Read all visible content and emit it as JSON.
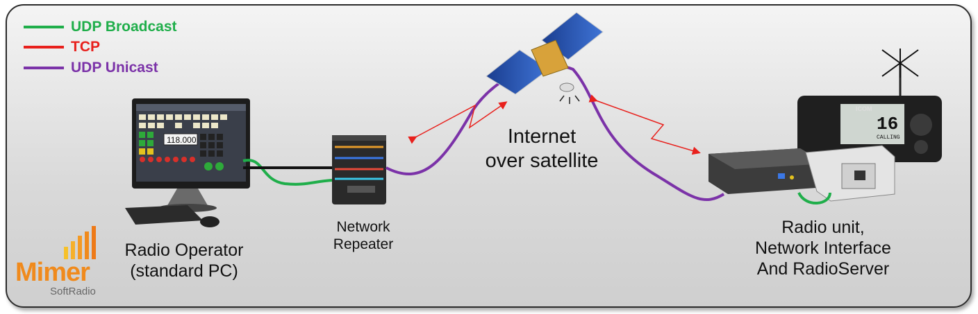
{
  "legend": [
    {
      "label": "UDP Broadcast",
      "color": "#1fae4a"
    },
    {
      "label": "TCP",
      "color": "#e8201c"
    },
    {
      "label": "UDP Unicast",
      "color": "#7b32a8"
    }
  ],
  "nodes": {
    "operator": "Radio Operator\n(standard PC)",
    "repeater": "Network\nRepeater",
    "internet": "Internet\nover satellite",
    "radio": "Radio unit,\nNetwork Interface\nAnd RadioServer"
  },
  "screen": {
    "frequency": "118.000"
  },
  "radio_display": {
    "channel": "16",
    "status": "CALLING",
    "brand": "ICOM"
  },
  "logo": {
    "word": "Mimer",
    "sub": "SoftRadio"
  }
}
